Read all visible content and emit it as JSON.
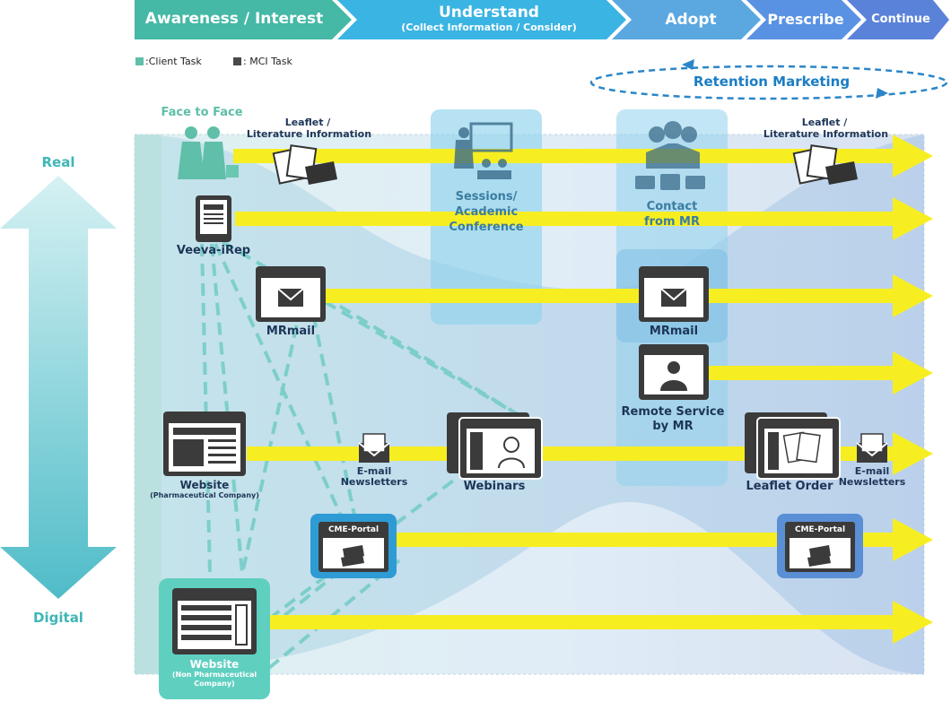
{
  "stages": [
    {
      "label": "Awareness / Interest",
      "sub": ""
    },
    {
      "label": "Understand",
      "sub": "(Collect Information / Consider)"
    },
    {
      "label": "Adopt",
      "sub": ""
    },
    {
      "label": "Prescribe",
      "sub": ""
    },
    {
      "label": "Continue",
      "sub": ""
    }
  ],
  "legend": {
    "client_task": ":Client Task",
    "mci_task": ": MCI Task",
    "client_color": "#5fbfa8",
    "mci_color": "#4a4a4a"
  },
  "retention": "Retention Marketing",
  "axis": {
    "top": "Real",
    "bottom": "Digital"
  },
  "channels": {
    "face_to_face": "Face to Face",
    "leaflet_left_1": "Leaflet /",
    "leaflet_left_2": "Literature Information",
    "leaflet_right_1": "Leaflet /",
    "leaflet_right_2": "Literature Information",
    "sessions_1": "Sessions/",
    "sessions_2": "Academic",
    "sessions_3": "Conference",
    "contact_1": "Contact",
    "contact_2": "from MR",
    "veeva": "Veeva-iRep",
    "mrmail_left": "MRmail",
    "mrmail_right": "MRmail",
    "remote_1": "Remote Service",
    "remote_2": "by MR",
    "website_pharma": "Website",
    "website_pharma_sub": "(Pharmaceutical Company)",
    "email_left_1": "E-mail",
    "email_left_2": "Newsletters",
    "webinars": "Webinars",
    "leaflet_order": "Leaflet Order",
    "email_right_1": "E-mail",
    "email_right_2": "Newsletters",
    "cme_left": "CME-Portal",
    "cme_right": "CME-Portal",
    "website_non": "Website",
    "website_non_sub_1": "(Non Pharmaceutical",
    "website_non_sub_2": "Company)"
  },
  "colors": {
    "stage_1": "#45b8a6",
    "stage_2": "#3ab4e3",
    "stage_3": "#5ba7e0",
    "stage_4": "#5a92e3",
    "stage_5": "#5b82d9",
    "arrow_yellow": "#f7ee21",
    "dashed_line": "#76cdc8",
    "retention_blue": "#2a86c8",
    "real_digital_arrow": "#4fbcc8",
    "device_dark": "#3b3b3b"
  }
}
